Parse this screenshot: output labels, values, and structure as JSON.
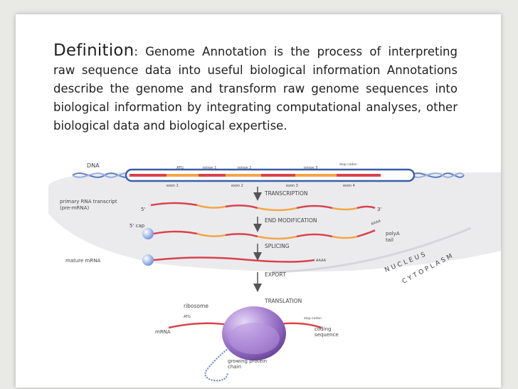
{
  "slide": {
    "definition_label": "Definition",
    "definition_text": ": Genome Annotation is the process of interpreting raw sequence data into useful biological information Annotations describe the genome and transform raw genome sequences into biological information by integrating computational analyses, other biological data and biological expertise."
  },
  "diagram": {
    "dna_label": "DNA",
    "gene_labels": [
      "ATG",
      "intron 1",
      "intron 2",
      "intron 3",
      "stop codon"
    ],
    "exon_labels": [
      "exon 1",
      "exon 2",
      "exon 3",
      "exon 4"
    ],
    "steps": [
      "TRANSCRIPTION",
      "END MODIFICATION",
      "SPLICING",
      "EXPORT",
      "TRANSLATION"
    ],
    "primary_rna_label_1": "primary RNA transcript",
    "primary_rna_label_2": "(pre-mRNA)",
    "five_prime": "5'",
    "three_prime": "3'",
    "five_cap": "5' cap",
    "polya_1": "polyA",
    "polya_2": "tail",
    "aaaa": "AAAA",
    "mature_mrna": "mature mRNA",
    "nucleus": "NUCLEUS",
    "cytoplasm": "CYTOPLASM",
    "ribosome": "ribosome",
    "mrna": "mRNA",
    "atg_small": "ATG",
    "stop_codon_small": "stop codon",
    "coding_1": "coding",
    "coding_2": "sequence",
    "growing_1": "growing protein",
    "growing_2": "chain"
  },
  "colors": {
    "dna_blue": "#3b5fa8",
    "exon_red": "#d9434a",
    "intron_orange": "#f2a649",
    "ribosome_purple": "#9a70c8",
    "cap_blue": "#7d9be0",
    "nucleus_grey": "#e9e9ec"
  }
}
